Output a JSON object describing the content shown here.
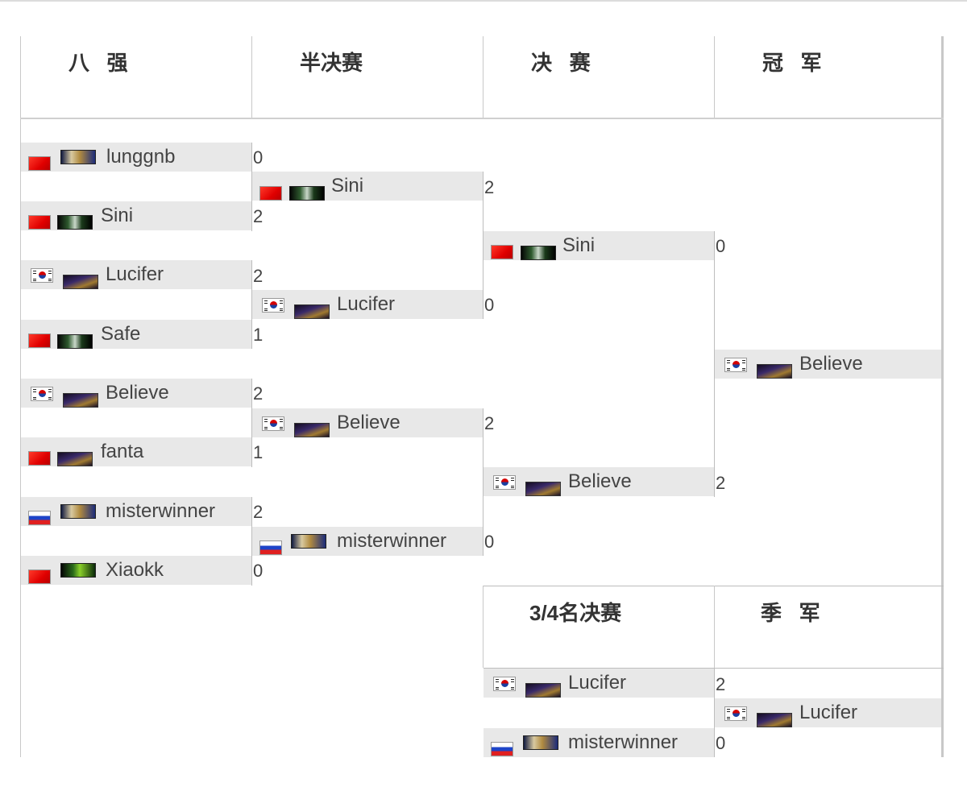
{
  "headers": {
    "quarterfinal": "八   强",
    "semifinal": "半决赛",
    "final": "决   赛",
    "champion": "冠   军",
    "third_place_match": "3/4名决赛",
    "third_place": "季   军"
  },
  "quarterfinals": [
    {
      "flag": "cn",
      "race": "hum",
      "name": "lunggnb",
      "score": "0"
    },
    {
      "flag": "cn",
      "race": "orc",
      "name": "Sini",
      "score": "2"
    },
    {
      "flag": "kr",
      "race": "ne",
      "name": "Lucifer",
      "score": "2"
    },
    {
      "flag": "cn",
      "race": "orc",
      "name": "Safe",
      "score": "1"
    },
    {
      "flag": "kr",
      "race": "ne",
      "name": "Believe",
      "score": "2"
    },
    {
      "flag": "cn",
      "race": "ne",
      "name": "fanta",
      "score": "1"
    },
    {
      "flag": "ru",
      "race": "hum",
      "name": "misterwinner",
      "score": "2"
    },
    {
      "flag": "cn",
      "race": "ud",
      "name": "Xiaokk",
      "score": "0"
    }
  ],
  "semifinals": [
    {
      "flag": "cn",
      "race": "orc",
      "name": "Sini",
      "score": "2"
    },
    {
      "flag": "kr",
      "race": "ne",
      "name": "Lucifer",
      "score": "0"
    },
    {
      "flag": "kr",
      "race": "ne",
      "name": "Believe",
      "score": "2"
    },
    {
      "flag": "ru",
      "race": "hum",
      "name": "misterwinner",
      "score": "0"
    }
  ],
  "final": [
    {
      "flag": "cn",
      "race": "orc",
      "name": "Sini",
      "score": "0"
    },
    {
      "flag": "kr",
      "race": "ne",
      "name": "Believe",
      "score": "2"
    }
  ],
  "champion": {
    "flag": "kr",
    "race": "ne",
    "name": "Believe"
  },
  "third_place_match": [
    {
      "flag": "kr",
      "race": "ne",
      "name": "Lucifer",
      "score": "2"
    },
    {
      "flag": "ru",
      "race": "hum",
      "name": "misterwinner",
      "score": "0"
    }
  ],
  "third_place": {
    "flag": "kr",
    "race": "ne",
    "name": "Lucifer"
  }
}
